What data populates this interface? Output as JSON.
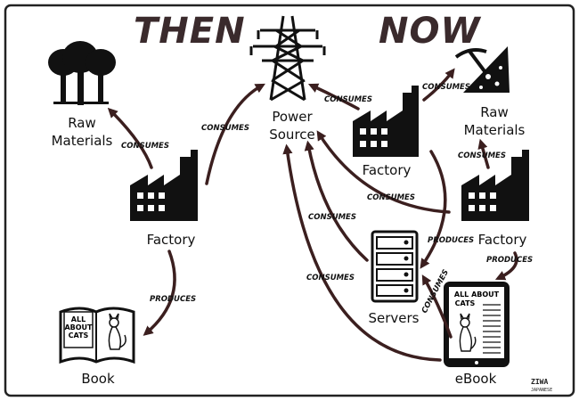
{
  "headers": {
    "then": "THEN",
    "now": "NOW"
  },
  "nodes": {
    "power": [
      "Power",
      "Source"
    ],
    "raw_then": [
      "Raw",
      "Materials"
    ],
    "raw_now": [
      "Raw",
      "Materials"
    ],
    "factory_then": "Factory",
    "factory_now_top": "Factory",
    "factory_now_right": "Factory",
    "book": "Book",
    "ebook": "eBook",
    "servers": "Servers"
  },
  "cover_title": [
    "ALL",
    "ABOUT",
    "CATS"
  ],
  "ebook_title": [
    "ALL ABOUT",
    "CATS"
  ],
  "edges": {
    "then_factory_raw": "CONSUMES",
    "then_factory_power": "CONSUMES",
    "then_factory_book": "PRODUCES",
    "now_factory_top_power": "CONSUMES",
    "now_factory_top_raw": "CONSUMES",
    "now_factory_right_raw": "CONSUMES",
    "now_factory_right_power": "CONSUMES",
    "now_servers_power": "CONSUMES",
    "now_ebook_power": "CONSUMES",
    "now_factory_right_servers": "PRODUCES",
    "now_factory_right_ebook": "PRODUCES",
    "now_ebook_servers": "CONSUMES"
  },
  "signature": [
    "ZIWA",
    "JAPANESE"
  ],
  "colors": {
    "arrow": "#3b1f1f",
    "header": "#3a2a2c",
    "ink": "#111111"
  }
}
